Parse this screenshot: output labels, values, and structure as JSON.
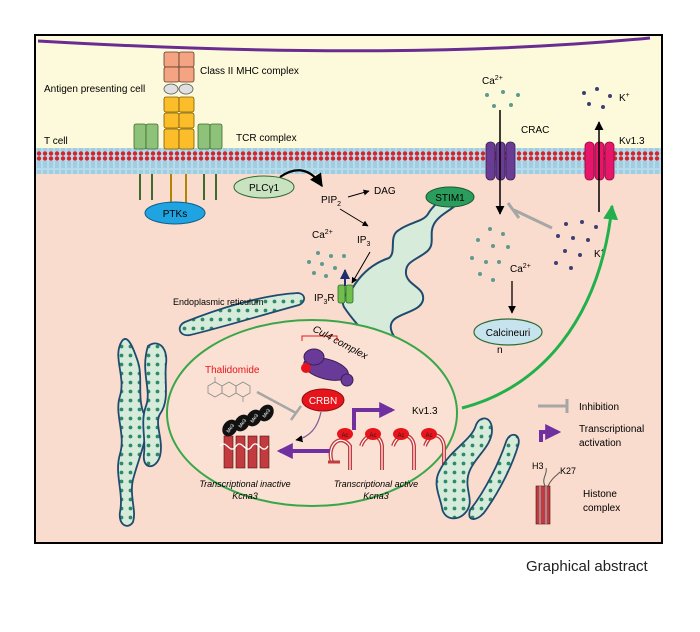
{
  "labels": {
    "apc": "Antigen presenting cell",
    "mhc": "Class II MHC complex",
    "tcell": "T cell",
    "tcr": "TCR complex",
    "ptks": "PTKs",
    "plc": "PLCγ1",
    "pip2": "PIP",
    "pip2_sub": "2",
    "dag": "DAG",
    "ip3": "IP",
    "ip3_sub": "3",
    "ip3r": "IP",
    "ip3r_sub": "3",
    "ip3r_r": "R",
    "ca_er": "Ca",
    "ca_er_sup": "2+",
    "er": "Endoplasmic reticulum",
    "stim1": "STIM1",
    "crac": "CRAC",
    "kv13_channel": "Kv1.3",
    "ca_top": "Ca",
    "ca_top_sup": "2+",
    "k_top": "K",
    "k_top_sup": "+",
    "k_mid": "K",
    "k_mid_sup": "+",
    "ca_mid": "Ca",
    "ca_mid_sup": "2+",
    "calcineurin_1": "Calcineuri",
    "calcineurin_2": "n",
    "cul4": "Cul4 complex",
    "crbn": "CRBN",
    "thalidomide": "Thalidomide",
    "kv13_gene": "Kv1.3",
    "me3": "Me3",
    "ac": "Ac",
    "inactive_1": "Transcriptional inactive",
    "inactive_2": "Kcna3",
    "active_1": "Transcriptional active",
    "active_2": "Kcna3"
  },
  "legend": {
    "inhibition": "Inhibition",
    "activation_1": "Transcriptional",
    "activation_2": "activation",
    "h3": "H3",
    "k27": "K27",
    "histone_1": "Histone",
    "histone_2": "complex"
  },
  "caption": "Graphical abstract",
  "colors": {
    "apc_bg": "#fdfadb",
    "cytoplasm": "#f9dccd",
    "membrane": "#b5dcec",
    "nucleus_border": "#3aa64a",
    "er_fill": "#d6ebd9",
    "er_border": "#1e4b6e",
    "ptks": "#1fa3e1",
    "crbn": "#e8141b",
    "cul4": "#6a3a98",
    "thalidomide": "#e8141b",
    "activation_arrow": "#7030a0",
    "inhibition": "#a6a6a6",
    "kv13_channel": "#e6176b",
    "crac_channel": "#6b3c93",
    "stim1": "#2a9d5c",
    "green_arrow": "#21b04b"
  }
}
